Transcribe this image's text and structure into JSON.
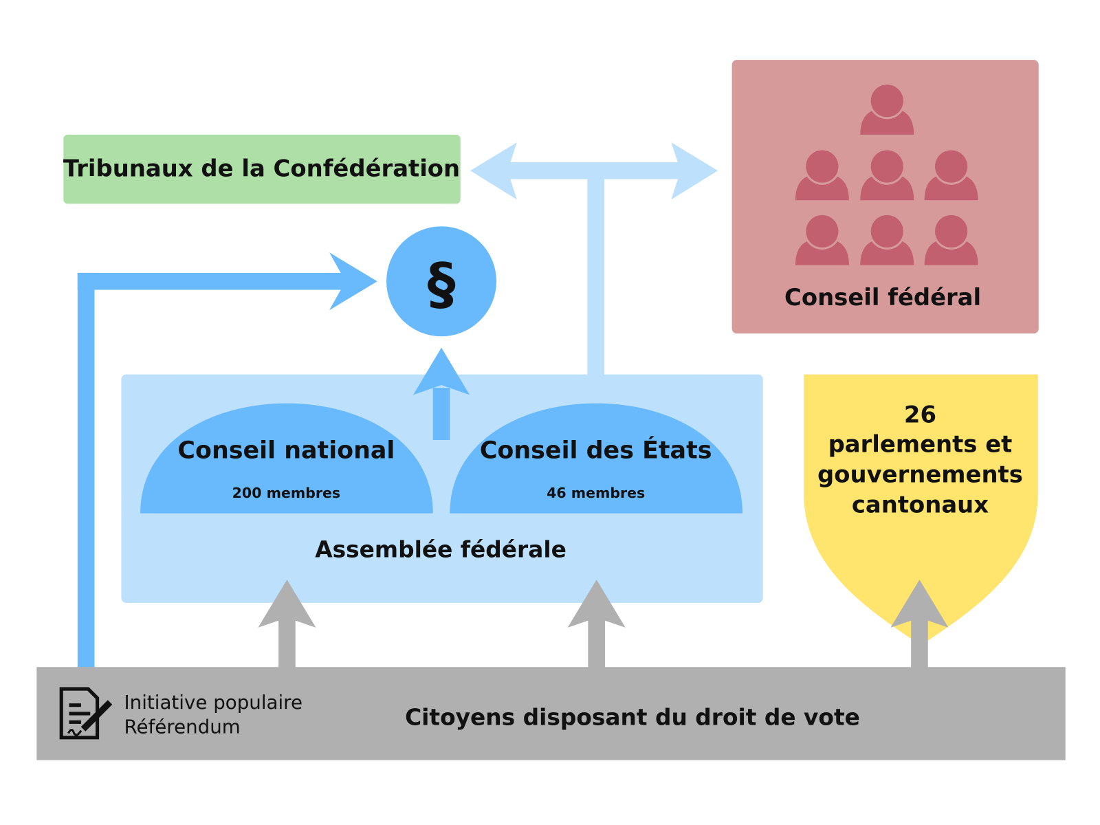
{
  "tribunaux": {
    "label": "Tribunaux de la Confédération"
  },
  "conseil_federal": {
    "label": "Conseil fédéral",
    "member_icon_count": 7
  },
  "constitution": {
    "symbol": "§"
  },
  "assemblee": {
    "label": "Assemblée fédérale",
    "conseil_national": {
      "label": "Conseil national",
      "members": "200 membres"
    },
    "conseil_etats": {
      "label": "Conseil des États",
      "members": "46 membres"
    }
  },
  "cantons": {
    "line1": "26",
    "line2": "parlements et",
    "line3": "gouvernements",
    "line4": "cantonaux"
  },
  "citoyens": {
    "label": "Citoyens disposant du droit de vote",
    "rights_line1": "Initiative populaire",
    "rights_line2": "Référendum",
    "icon": "document-signature-icon"
  },
  "colors": {
    "green": "#addfa6",
    "red_box": "#d69a9a",
    "person": "#c2606f",
    "blue": "#69b9fd",
    "light_blue": "#bde0fd",
    "yellow": "#ffe46d",
    "gray": "#b0b0b0"
  }
}
